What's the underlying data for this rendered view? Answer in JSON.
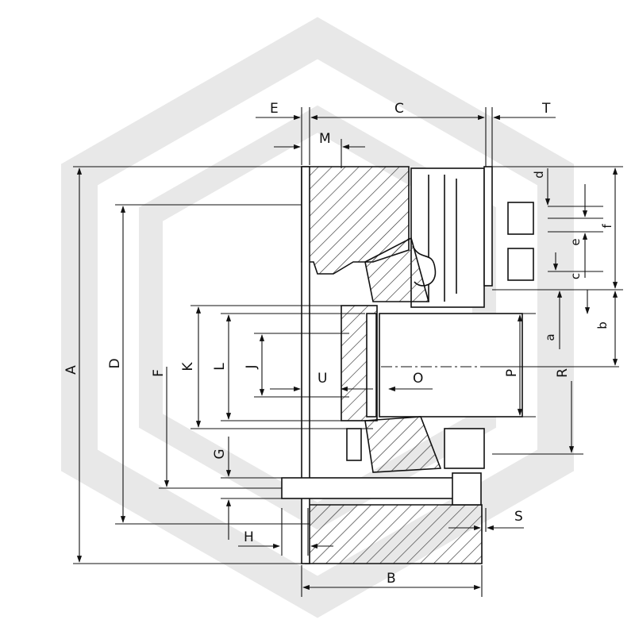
{
  "colors": {
    "line": "#111111",
    "hatch": "#333333",
    "watermark": "#e6e6e6",
    "background": "#ffffff"
  },
  "labels": {
    "A": "A",
    "B": "B",
    "C": "C",
    "D": "D",
    "E": "E",
    "F": "F",
    "G": "G",
    "H": "H",
    "J": "J",
    "K": "K",
    "L": "L",
    "M": "M",
    "O": "O",
    "P": "P",
    "R": "R",
    "S": "S",
    "T": "T",
    "U": "U",
    "a": "a",
    "b": "b",
    "c": "c",
    "d": "d",
    "e": "e",
    "f": "f"
  }
}
